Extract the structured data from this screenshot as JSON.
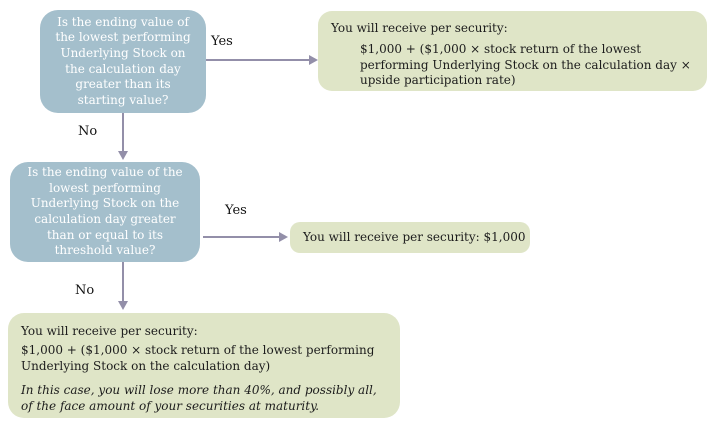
{
  "palette": {
    "question_box_bg": "#a4bfcc",
    "question_text": "#ffffff",
    "result_box_bg": "#dfe5c7",
    "result_text": "#1c1c1c",
    "arrow": "#938fa9",
    "label_text": "#111111",
    "canvas_bg": "#ffffff"
  },
  "flowchart": {
    "question1": "Is the ending value of the lowest performing Underlying Stock on the calculation day greater than its starting value?",
    "q1_yes_label": "Yes",
    "q1_no_label": "No",
    "result_upside_intro": "You will receive per security:",
    "result_upside_formula": "$1,000 + ($1,000 × stock return of the lowest performing Underlying Stock on the calculation day × upside participation rate)",
    "question2": "Is the ending value of the lowest performing Underlying Stock on the calculation day greater than or equal to its threshold value?",
    "q2_yes_label": "Yes",
    "q2_no_label": "No",
    "result_par": "You will receive per security: $1,000",
    "result_loss_intro": "You will receive per security:",
    "result_loss_formula": "$1,000 + ($1,000 × stock return of the lowest performing Underlying Stock on the calculation day)",
    "result_loss_note": "In this case, you will lose more than 40%, and possibly all, of the face amount of your securities at maturity."
  }
}
